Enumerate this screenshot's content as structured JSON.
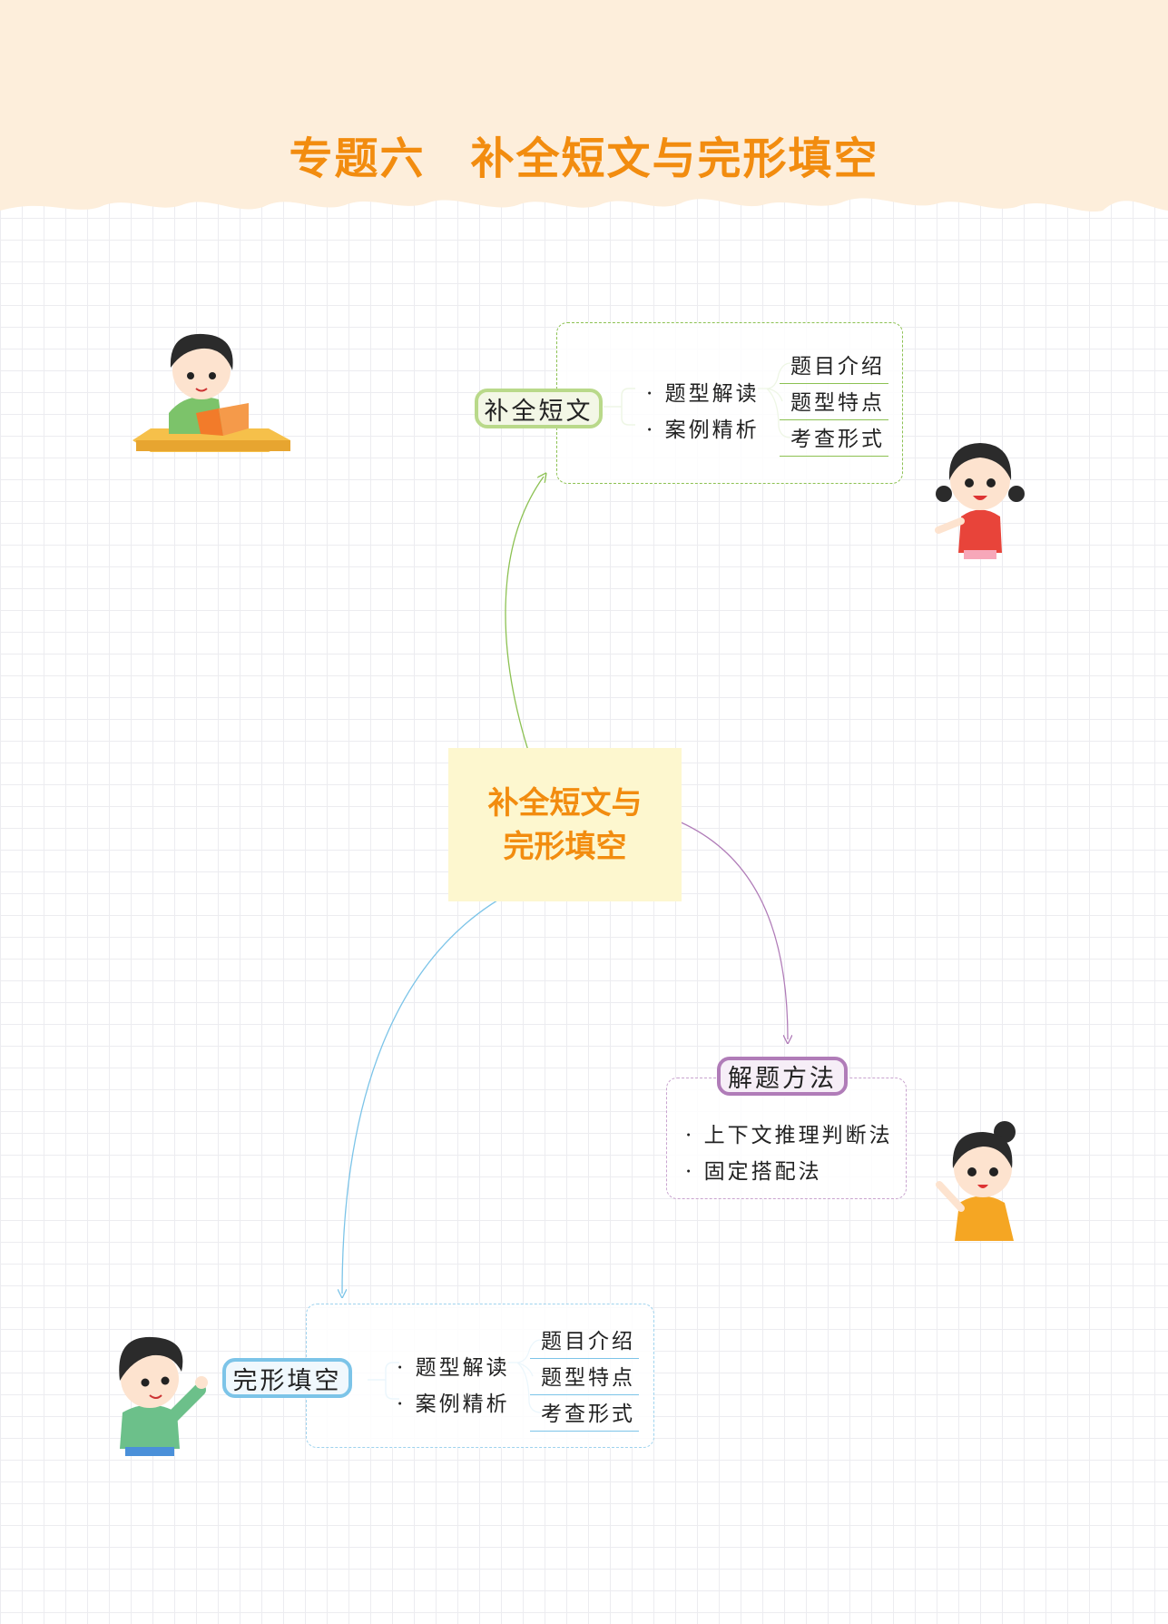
{
  "title": "专题六　补全短文与完形填空",
  "center": {
    "line1": "补全短文与",
    "line2": "完形填空"
  },
  "branches": [
    {
      "label": "补全短文",
      "color": "#8cc152",
      "items": [
        "· 题型解读",
        "· 案例精析"
      ],
      "subitems": [
        "题目介绍",
        "题型特点",
        "考查形式"
      ]
    },
    {
      "label": "解题方法",
      "color": "#b07cb8",
      "items": [
        "· 上下文推理判断法",
        "· 固定搭配法"
      ]
    },
    {
      "label": "完形填空",
      "color": "#7cc4e8",
      "items": [
        "· 题型解读",
        "· 案例精析"
      ],
      "subitems": [
        "题目介绍",
        "题型特点",
        "考查形式"
      ]
    }
  ],
  "colors": {
    "header_bg": "#fdeedb",
    "title": "#f28c0f",
    "center_bg": "#fdf7cf"
  }
}
